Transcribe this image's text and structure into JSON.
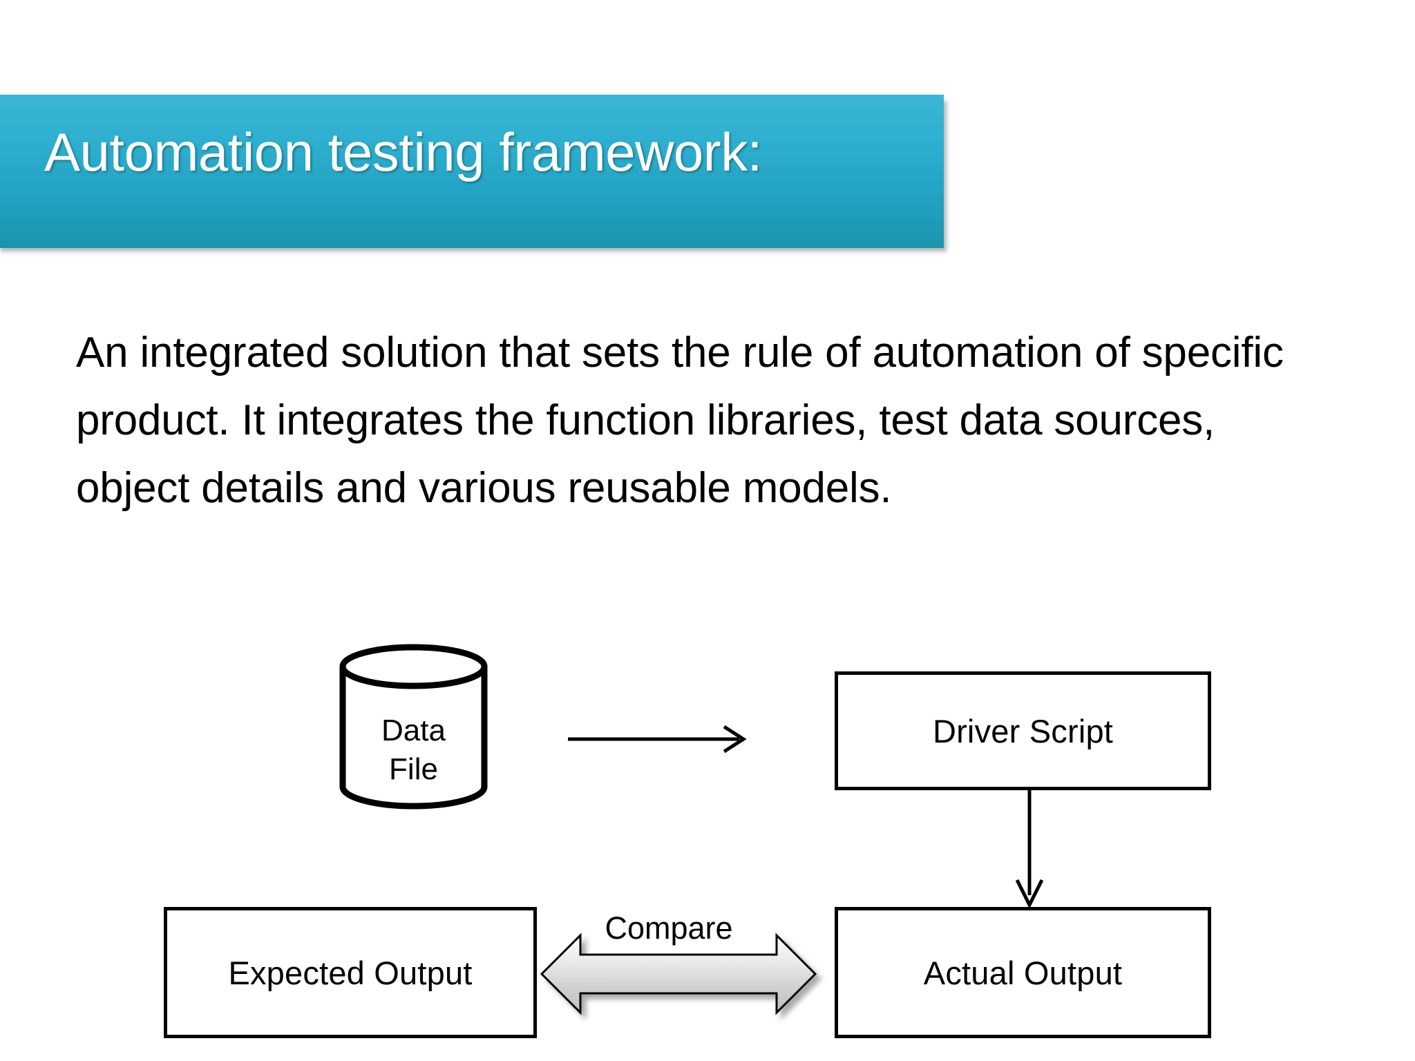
{
  "slide": {
    "title": "Automation testing framework:",
    "body": "An integrated solution that sets the rule of automation of specific product.  It integrates the function libraries, test data sources, object details and various reusable models.",
    "background_color": "#ffffff"
  },
  "theme": {
    "banner_gradient_top": "#3cb5d4",
    "banner_gradient_bottom": "#1b93ad",
    "title_color": "#ffffff",
    "body_color": "#000000",
    "shape_stroke": "#000000",
    "compare_arrow_fill_light": "#f2f2f2",
    "compare_arrow_fill_dark": "#a6a6a6"
  },
  "diagram": {
    "type": "flowchart",
    "nodes": [
      {
        "id": "data-file",
        "label": "Data\nFile",
        "label_line1": "Data",
        "label_line2": "File",
        "shape": "cylinder"
      },
      {
        "id": "driver-script",
        "label": "Driver Script",
        "shape": "rectangle"
      },
      {
        "id": "expected-output",
        "label": "Expected Output",
        "shape": "rectangle"
      },
      {
        "id": "actual-output",
        "label": "Actual Output",
        "shape": "rectangle"
      }
    ],
    "edges": [
      {
        "id": "data-to-driver",
        "from": "data-file",
        "to": "driver-script",
        "style": "single-arrow",
        "direction": "right",
        "label": ""
      },
      {
        "id": "driver-to-actual",
        "from": "driver-script",
        "to": "actual-output",
        "style": "single-arrow",
        "direction": "down",
        "label": ""
      },
      {
        "id": "expected-vs-actual",
        "from": "expected-output",
        "to": "actual-output",
        "style": "double-arrow-block",
        "direction": "both",
        "label": "Compare"
      }
    ]
  }
}
